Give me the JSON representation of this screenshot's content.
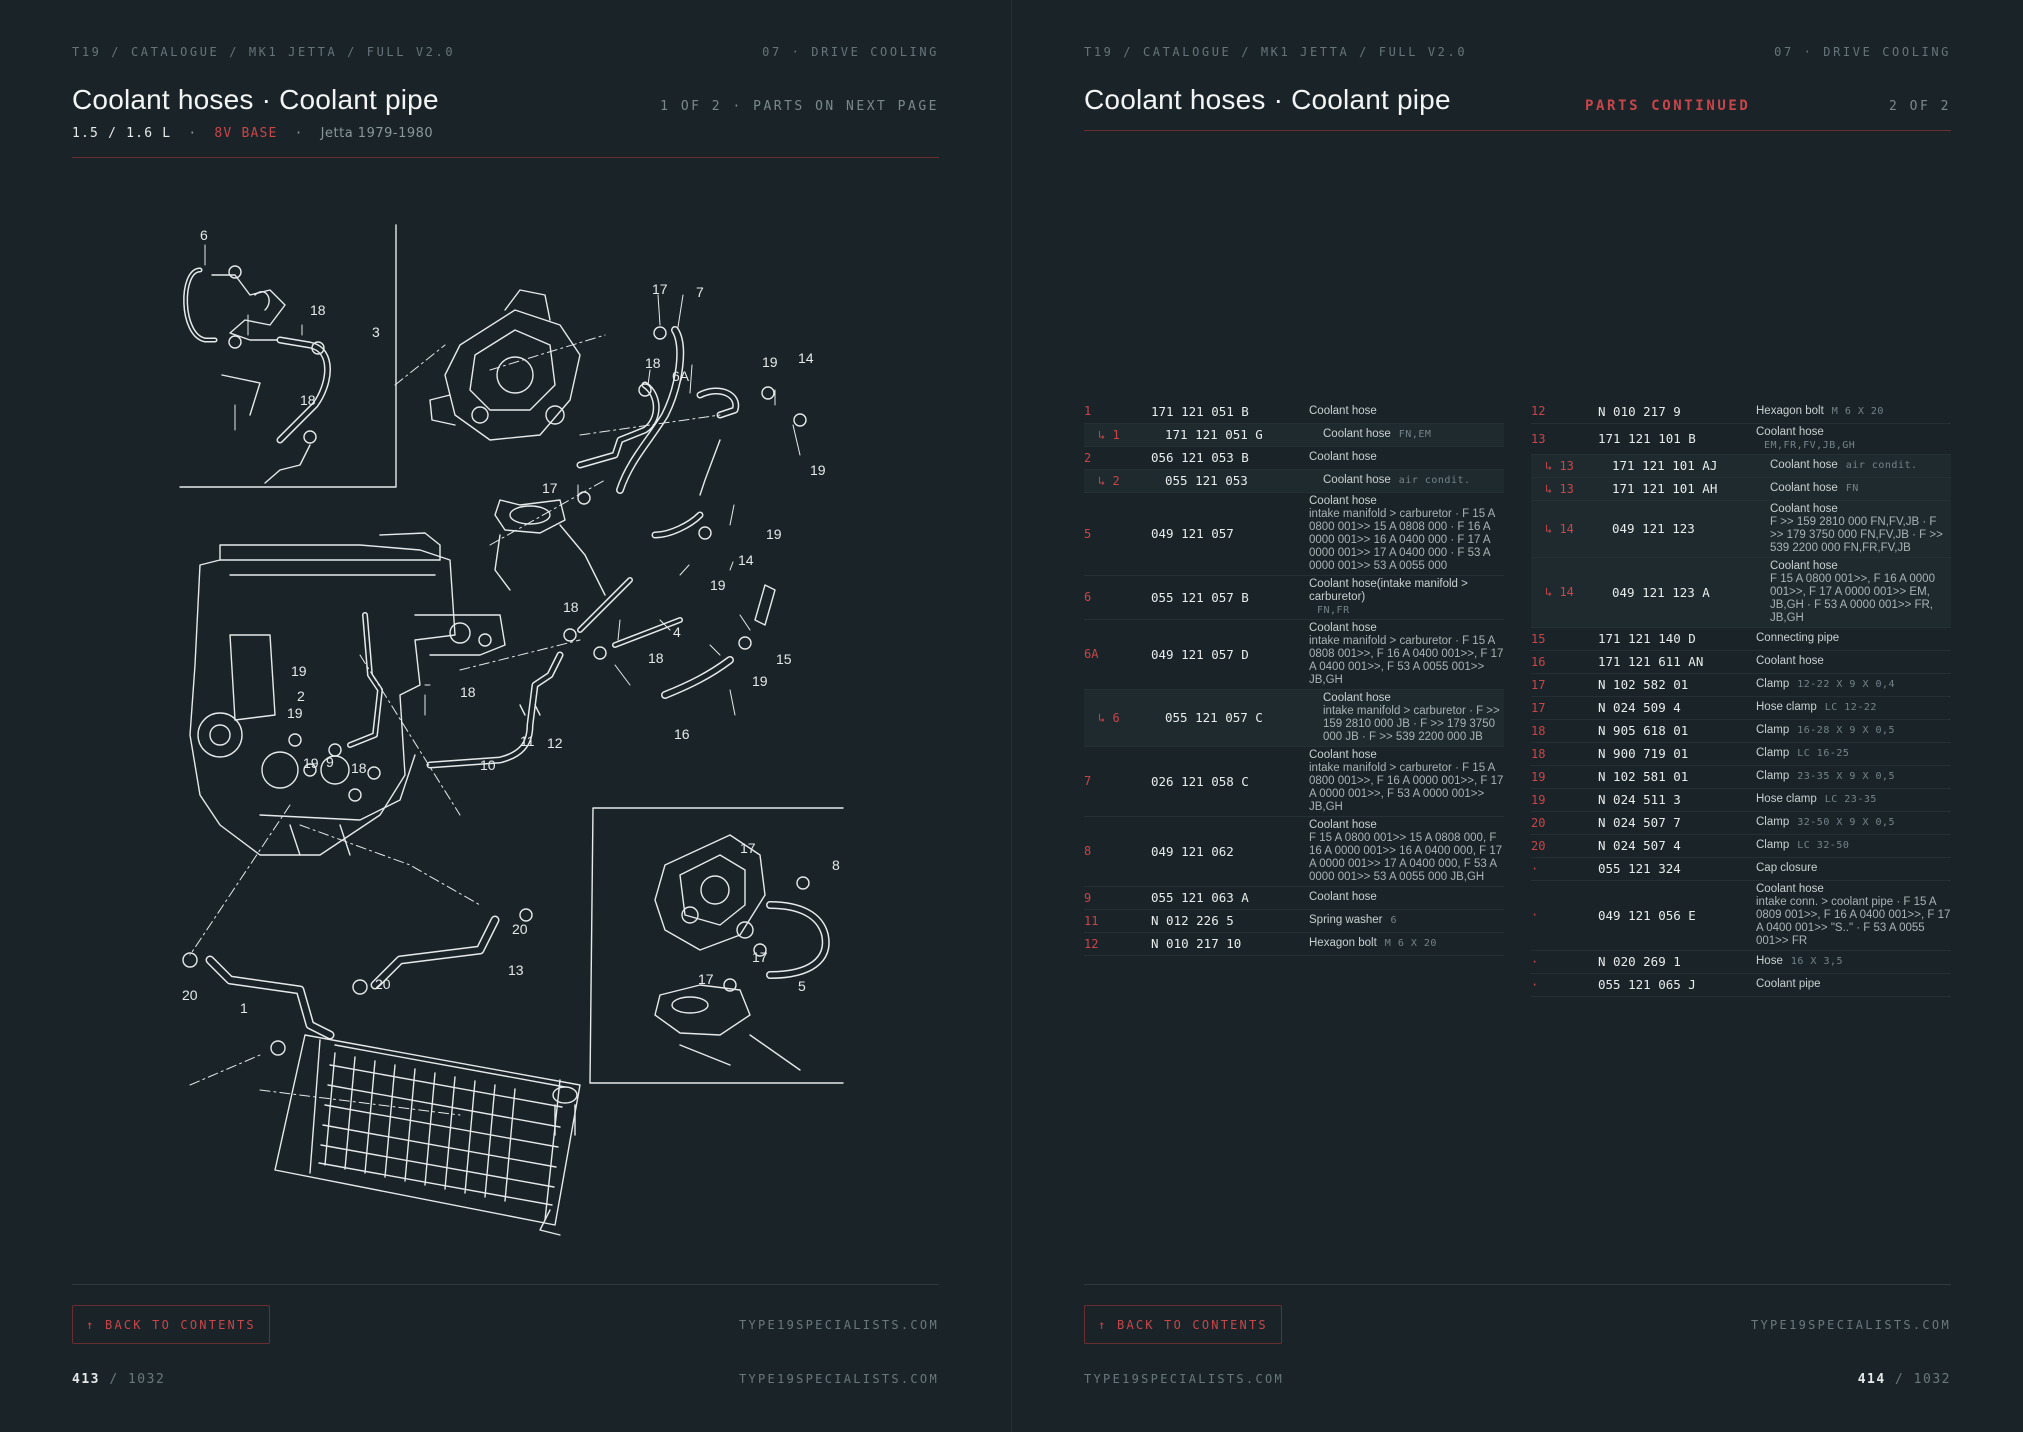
{
  "left": {
    "breadcrumb": "T19 / CATALOGUE / MK1 JETTA / FULL V2.0",
    "section": "07 · DRIVE COOLING",
    "title": "Coolant hoses · Coolant pipe",
    "page_status": "1 OF 2 · PARTS ON NEXT PAGE",
    "engine": "1.5 / 1.6 L",
    "sep1": "·",
    "variant": "8V BASE",
    "sep2": "·",
    "model": "Jetta 1979-1980",
    "back_label": "↑ BACK TO CONTENTS",
    "site_label": "TYPE19SPECIALISTS.COM",
    "footer_site": "TYPE19SPECIALISTS.COM",
    "page_current": "413",
    "page_total": "/ 1032",
    "diagram_callouts": [
      "6",
      "18",
      "3",
      "18",
      "17",
      "7",
      "18",
      "6A",
      "19",
      "14",
      "19",
      "17",
      "19",
      "14",
      "19",
      "18",
      "4",
      "18",
      "15",
      "19",
      "16",
      "19",
      "2",
      "19",
      "19",
      "9",
      "18",
      "18",
      "10",
      "11",
      "12",
      "20",
      "13",
      "20",
      "1",
      "20",
      "17",
      "8",
      "17",
      "17",
      "5"
    ]
  },
  "right": {
    "breadcrumb": "T19 / CATALOGUE / MK1 JETTA / FULL V2.0",
    "section": "07 · DRIVE COOLING",
    "title": "Coolant hoses · Coolant pipe",
    "continued": "PARTS CONTINUED",
    "page_status": "2 OF 2",
    "back_label": "↑ BACK TO CONTENTS",
    "site_label": "TYPE19SPECIALISTS.COM",
    "footer_site": "TYPE19SPECIALISTS.COM",
    "page_current": "414",
    "page_total": "/ 1032"
  },
  "parts_left": [
    {
      "ref": "1",
      "pn": "171 121 051 B",
      "desc": "Coolant hose",
      "note": "",
      "detail": "",
      "sub": false
    },
    {
      "ref": "↳ 1",
      "pn": "171 121 051 G",
      "desc": "Coolant hose",
      "note": "FN,EM",
      "detail": "",
      "sub": true
    },
    {
      "ref": "2",
      "pn": "056 121 053 B",
      "desc": "Coolant hose",
      "note": "",
      "detail": "",
      "sub": false
    },
    {
      "ref": "↳ 2",
      "pn": "055 121 053",
      "desc": "Coolant hose",
      "note": "air condit.",
      "detail": "",
      "sub": true
    },
    {
      "ref": "5",
      "pn": "049 121 057",
      "desc": "Coolant hose",
      "note": "",
      "detail": "intake manifold > carburetor · F 15 A 0800 001>> 15 A 0808 000 · F 16 A 0000 001>> 16 A 0400 000 · F 17 A 0000 001>> 17 A 0400 000 · F 53 A 0000 001>> 53 A 0055 000",
      "sub": false
    },
    {
      "ref": "6",
      "pn": "055 121 057 B",
      "desc": "Coolant hose(intake manifold > carburetor)",
      "note": "FN,FR",
      "detail": "",
      "sub": false
    },
    {
      "ref": "6A",
      "pn": "049 121 057 D",
      "desc": "Coolant hose",
      "note": "",
      "detail": "intake manifold > carburetor · F 15 A 0808 001>>, F 16 A 0400 001>>, F 17 A 0400 001>>, F 53 A 0055 001>> JB,GH",
      "sub": false
    },
    {
      "ref": "↳ 6",
      "pn": "055 121 057 C",
      "desc": "Coolant hose",
      "note": "",
      "detail": "intake manifold > carburetor · F >> 159 2810 000 JB · F >> 179 3750 000 JB · F >> 539 2200 000 JB",
      "sub": true
    },
    {
      "ref": "7",
      "pn": "026 121 058 C",
      "desc": "Coolant hose",
      "note": "",
      "detail": "intake manifold > carburetor · F 15 A 0800 001>>, F 16 A 0000 001>>, F 17 A 0000 001>>, F 53 A 0000 001>> JB,GH",
      "sub": false
    },
    {
      "ref": "8",
      "pn": "049 121 062",
      "desc": "Coolant hose",
      "note": "",
      "detail": "F 15 A 0800 001>> 15 A 0808 000, F 16 A 0000 001>> 16 A 0400 000, F 17 A 0000 001>> 17 A 0400 000, F 53 A 0000 001>> 53 A 0055 000 JB,GH",
      "sub": false
    },
    {
      "ref": "9",
      "pn": "055 121 063 A",
      "desc": "Coolant hose",
      "note": "",
      "detail": "",
      "sub": false
    },
    {
      "ref": "11",
      "pn": "N 012 226 5",
      "desc": "Spring washer",
      "note": "6",
      "detail": "",
      "sub": false
    },
    {
      "ref": "12",
      "pn": "N 010 217 10",
      "desc": "Hexagon bolt",
      "note": "M 6 X 20",
      "detail": "",
      "sub": false
    }
  ],
  "parts_right": [
    {
      "ref": "12",
      "pn": "N 010 217 9",
      "desc": "Hexagon bolt",
      "note": "M 6 X 20",
      "detail": "",
      "sub": false
    },
    {
      "ref": "13",
      "pn": "171 121 101 B",
      "desc": "Coolant hose",
      "note": "EM,FR,FV,JB,GH",
      "detail": "",
      "sub": false,
      "noteBlock": true
    },
    {
      "ref": "↳ 13",
      "pn": "171 121 101 AJ",
      "desc": "Coolant hose",
      "note": "air condit.",
      "detail": "",
      "sub": true
    },
    {
      "ref": "↳ 13",
      "pn": "171 121 101 AH",
      "desc": "Coolant hose",
      "note": "FN",
      "detail": "",
      "sub": true
    },
    {
      "ref": "↳ 14",
      "pn": "049 121 123",
      "desc": "Coolant hose",
      "note": "",
      "detail": "F >> 159 2810 000 FN,FV,JB · F >> 179 3750 000 FN,FV,JB · F >> 539 2200 000 FN,FR,FV,JB",
      "sub": true
    },
    {
      "ref": "↳ 14",
      "pn": "049 121 123 A",
      "desc": "Coolant hose",
      "note": "",
      "detail": "F 15 A 0800 001>>, F 16 A 0000 001>>, F 17 A 0000 001>> EM, JB,GH · F 53 A 0000 001>> FR, JB,GH",
      "sub": true
    },
    {
      "ref": "15",
      "pn": "171 121 140 D",
      "desc": "Connecting pipe",
      "note": "",
      "detail": "",
      "sub": false
    },
    {
      "ref": "16",
      "pn": "171 121 611 AN",
      "desc": "Coolant hose",
      "note": "",
      "detail": "",
      "sub": false
    },
    {
      "ref": "17",
      "pn": "N 102 582 01",
      "desc": "Clamp",
      "note": "12-22 X 9 X 0,4",
      "detail": "",
      "sub": false
    },
    {
      "ref": "17",
      "pn": "N 024 509 4",
      "desc": "Hose clamp",
      "note": "LC 12-22",
      "detail": "",
      "sub": false
    },
    {
      "ref": "18",
      "pn": "N 905 618 01",
      "desc": "Clamp",
      "note": "16-28 X 9 X 0,5",
      "detail": "",
      "sub": false
    },
    {
      "ref": "18",
      "pn": "N 900 719 01",
      "desc": "Clamp",
      "note": "LC 16-25",
      "detail": "",
      "sub": false
    },
    {
      "ref": "19",
      "pn": "N 102 581 01",
      "desc": "Clamp",
      "note": "23-35 X 9 X 0,5",
      "detail": "",
      "sub": false
    },
    {
      "ref": "19",
      "pn": "N 024 511 3",
      "desc": "Hose clamp",
      "note": "LC 23-35",
      "detail": "",
      "sub": false
    },
    {
      "ref": "20",
      "pn": "N 024 507 7",
      "desc": "Clamp",
      "note": "32-50 X 9 X 0,5",
      "detail": "",
      "sub": false
    },
    {
      "ref": "20",
      "pn": "N 024 507 4",
      "desc": "Clamp",
      "note": "LC 32-50",
      "detail": "",
      "sub": false
    },
    {
      "ref": "·",
      "pn": "055 121 324",
      "desc": "Cap closure",
      "note": "",
      "detail": "",
      "sub": false
    },
    {
      "ref": "·",
      "pn": "049 121 056 E",
      "desc": "Coolant hose",
      "note": "",
      "detail": "intake conn. > coolant pipe · F 15 A 0809 001>>, F 16 A 0400 001>>, F 17 A 0400 001>> \"S..\" · F 53 A 0055 001>> FR",
      "sub": false
    },
    {
      "ref": "·",
      "pn": "N 020 269 1",
      "desc": "Hose",
      "note": "16 X 3,5",
      "detail": "",
      "sub": false
    },
    {
      "ref": "·",
      "pn": "055 121 065 J",
      "desc": "Coolant pipe",
      "note": "",
      "detail": "",
      "sub": false
    }
  ]
}
